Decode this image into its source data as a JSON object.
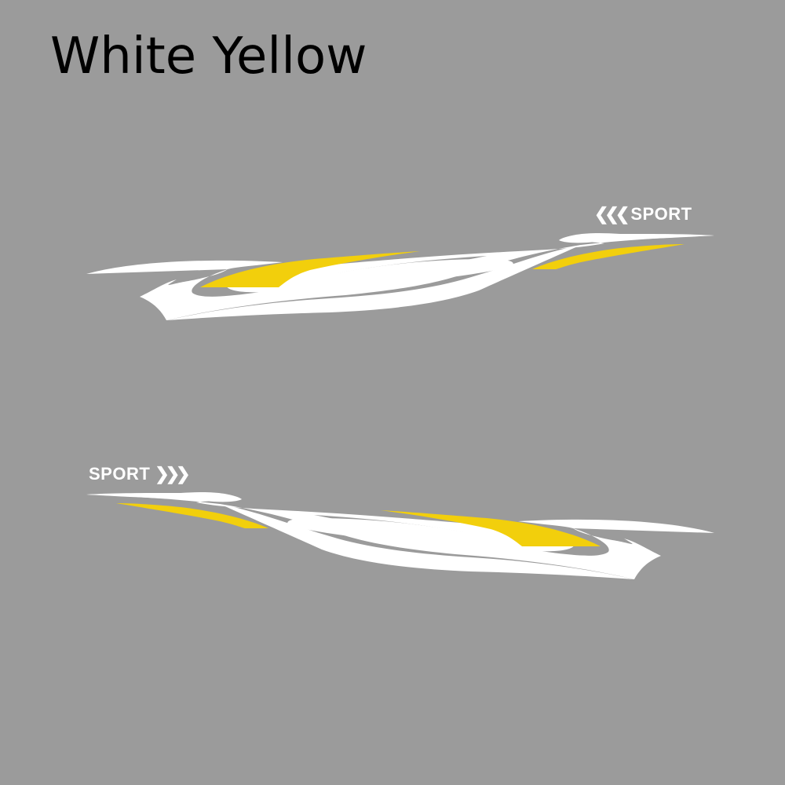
{
  "title": "White Yellow",
  "colors": {
    "background": "#9b9b9b",
    "primary": "#ffffff",
    "accent": "#f2cf0c",
    "title_text": "#000000"
  },
  "decals": [
    {
      "position": "top",
      "label": "SPORT",
      "chevrons": "❮❮❮",
      "direction": "left"
    },
    {
      "position": "bottom",
      "label": "SPORT",
      "chevrons": "❯❯❯",
      "direction": "right"
    }
  ]
}
